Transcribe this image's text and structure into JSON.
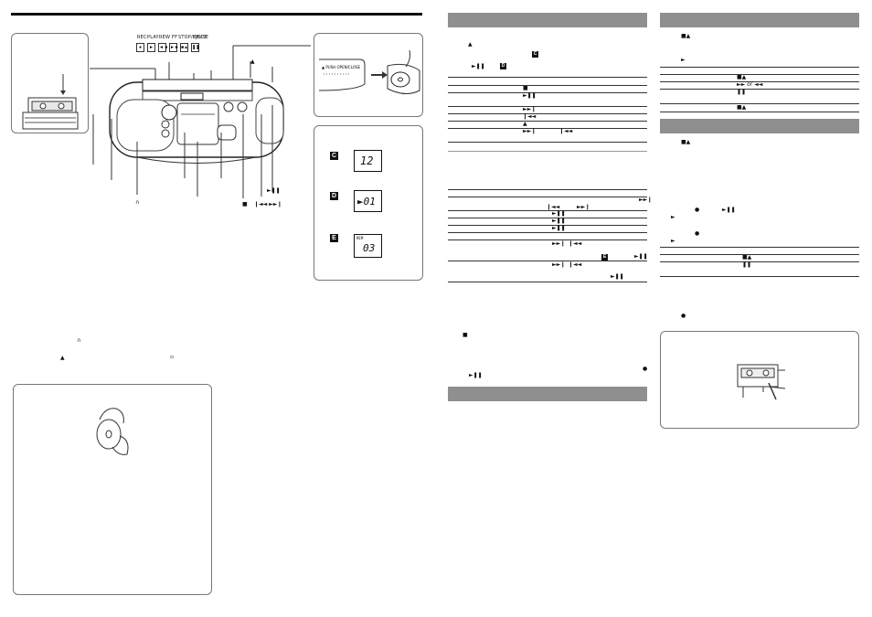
{
  "left_page": {
    "button_strip_labels": [
      "REC",
      "PLAY",
      "REW",
      "FF",
      "STOP/EJECT",
      "PAUSE"
    ],
    "button_symbols": [
      "●",
      "►",
      "◄◄",
      "►►",
      "■▲",
      "❚❚"
    ],
    "eject_symbol": "▲",
    "play_pause_symbol": "►❚❚",
    "stop_symbol": "■",
    "prev_next_symbols": "❙◄◄ ►►❙",
    "headphone_symbol": "∩",
    "display_tags": [
      "C",
      "D",
      "E"
    ],
    "display_values": [
      "12",
      "►01",
      "03"
    ],
    "display_e_small": "REM"
  },
  "middle_column": {
    "tags": [
      "C",
      "D",
      "E"
    ],
    "symbols": {
      "eject": "▲",
      "stop": "■",
      "play_pause": "►❚❚",
      "next": "►►❙",
      "prev": "❙◄◄",
      "rec": "●"
    }
  },
  "right_column": {
    "symbols": {
      "stop_eject": "■▲",
      "play": "►",
      "ff_rew": "►► or ◄◄",
      "pause": "❚❚",
      "rec": "●",
      "play_pause": "►❚❚"
    }
  }
}
